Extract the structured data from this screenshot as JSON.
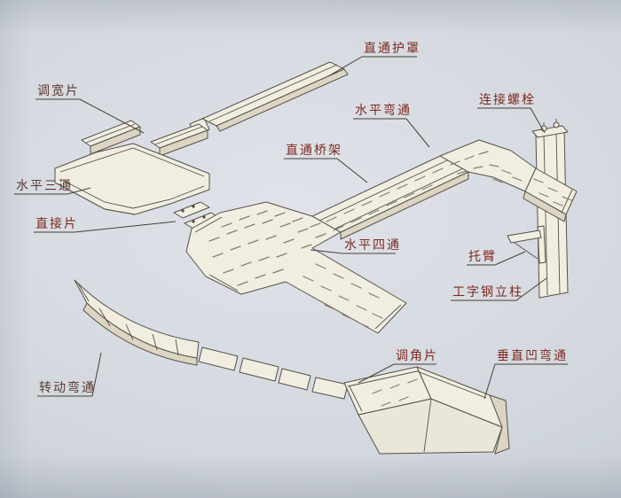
{
  "page": {
    "background_base": "#d2d7de",
    "line_color": "#54504a",
    "part_fill": "#f1eee1",
    "part_side_fill": "#dcd5c1"
  },
  "labels": {
    "cover": {
      "text": "直通护罩",
      "color": "#7d2a1e"
    },
    "width_piece": {
      "text": "调宽片",
      "color": "#5a3a30"
    },
    "horizontal_elbow": {
      "text": "水平弯通",
      "color": "#7d2a1e"
    },
    "connecting_bolt": {
      "text": "连接螺栓",
      "color": "#7d2a1e"
    },
    "straight_tray": {
      "text": "直通桥架",
      "color": "#7d2a1e"
    },
    "horizontal_tee": {
      "text": "水平三通",
      "color": "#5a3a30"
    },
    "direct_piece": {
      "text": "直接片",
      "color": "#7d2a1e"
    },
    "horizontal_cross": {
      "text": "水平四通",
      "color": "#7d2a1e"
    },
    "bracket_arm": {
      "text": "托臂",
      "color": "#7d2a1e"
    },
    "i_beam_column": {
      "text": "工字钢立柱",
      "color": "#7d2a1e"
    },
    "angle_piece": {
      "text": "调角片",
      "color": "#7d2a1e"
    },
    "vertical_elbow": {
      "text": "垂直凹弯通",
      "color": "#7d2a1e"
    },
    "rotating_elbow": {
      "text": "转动弯通",
      "color": "#5a3a30"
    }
  }
}
